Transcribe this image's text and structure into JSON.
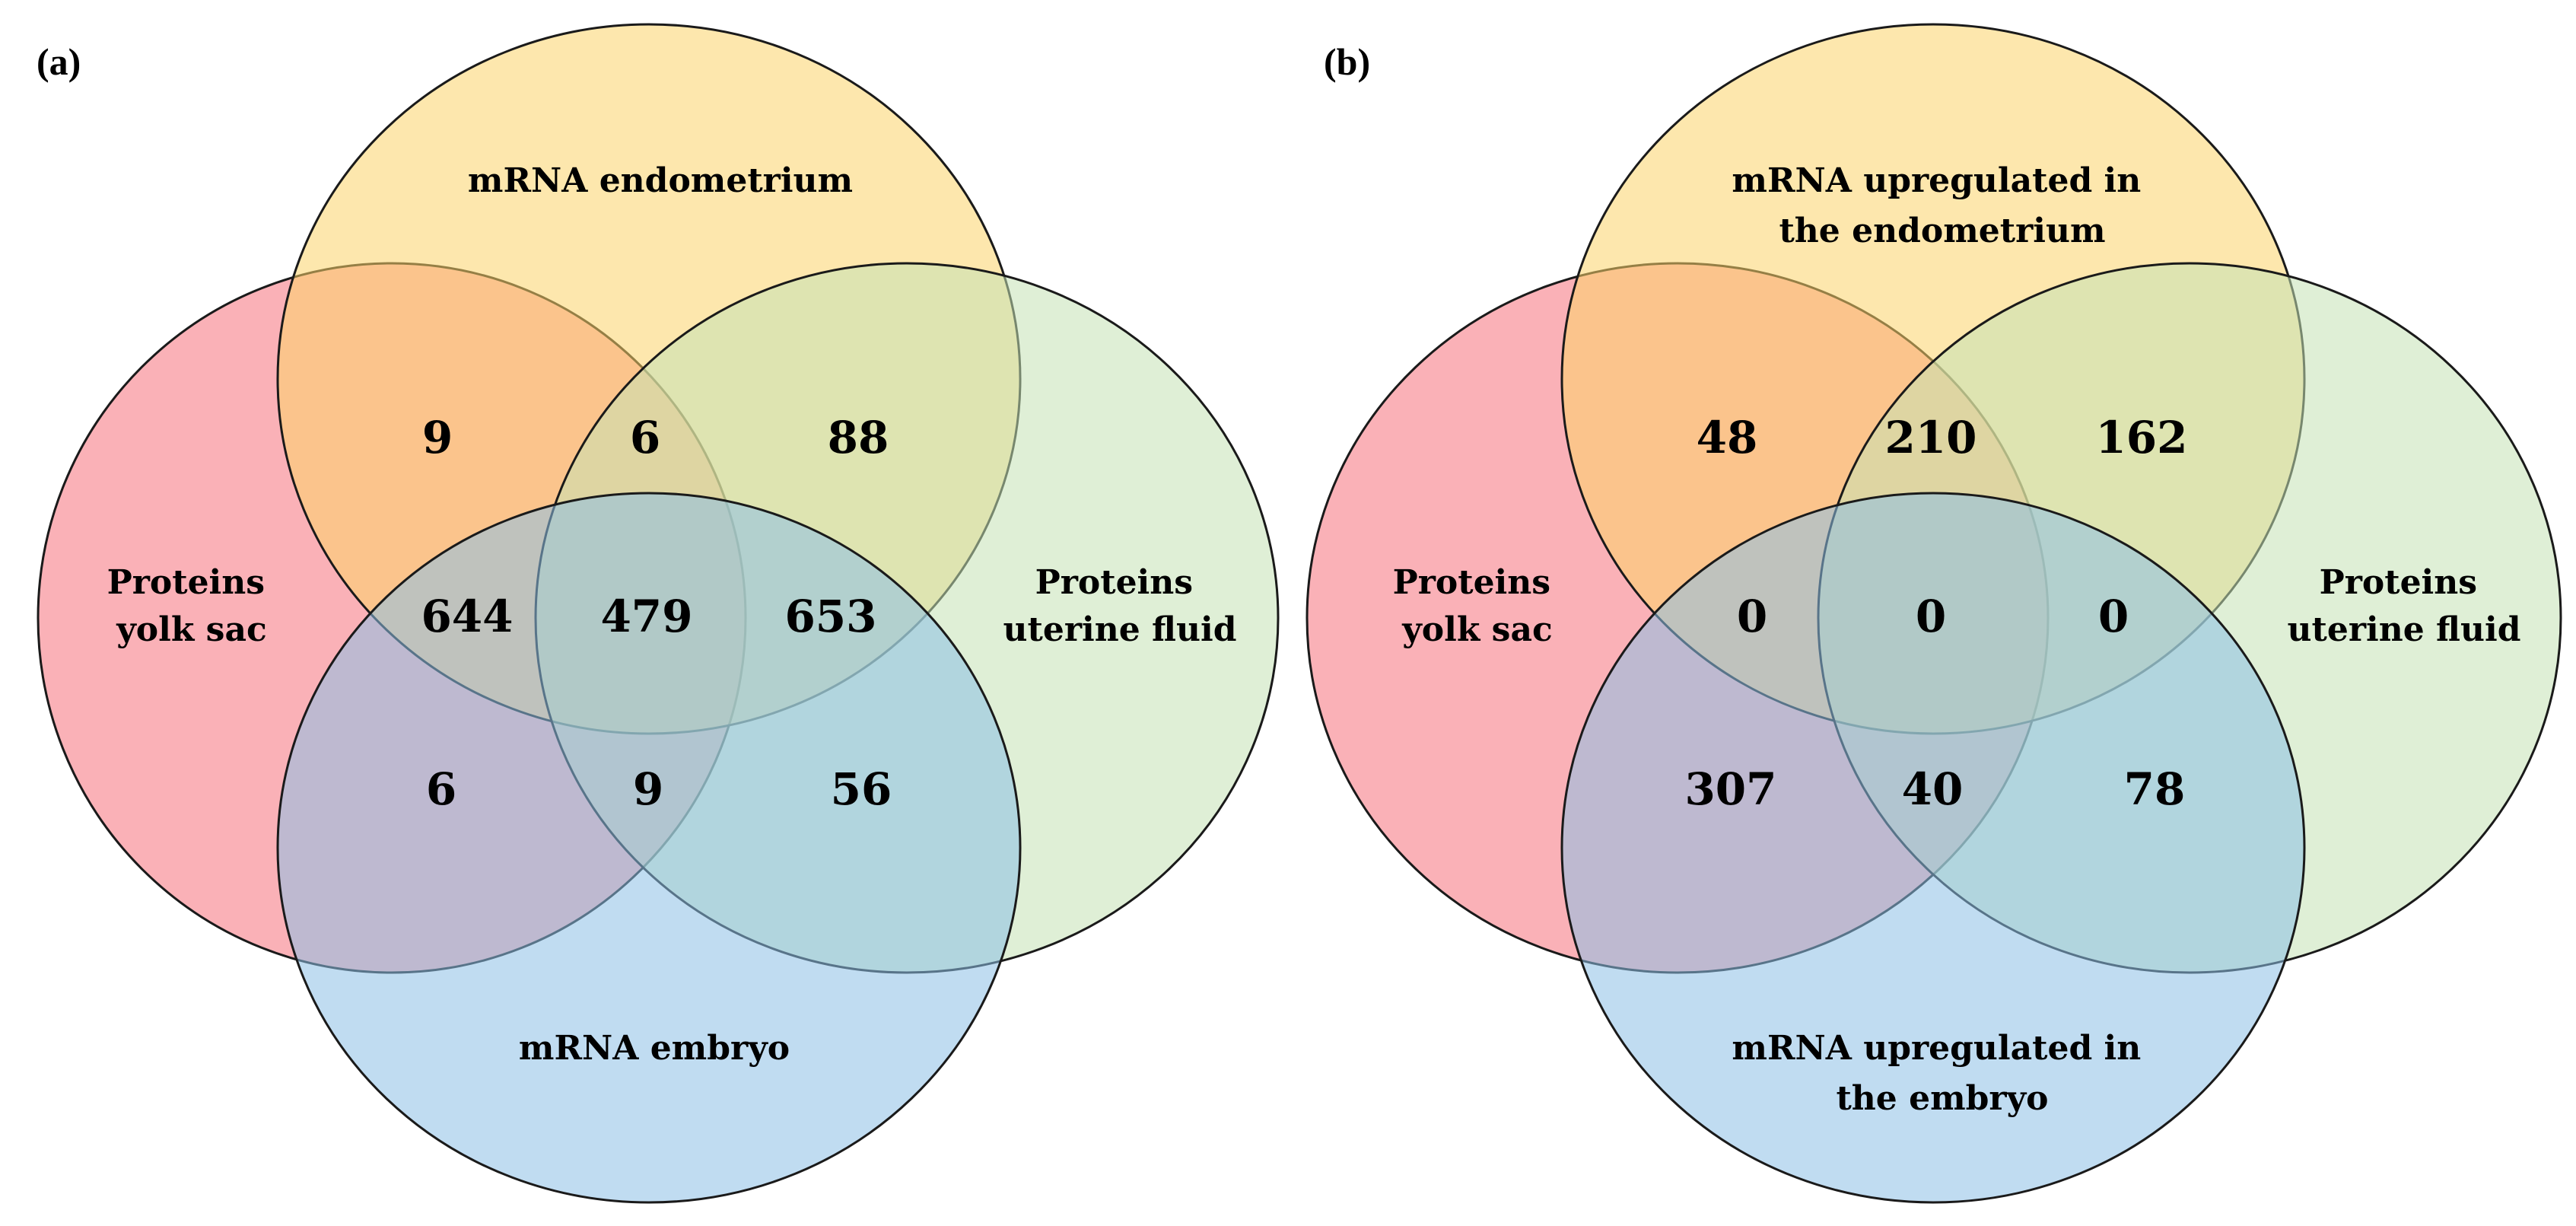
{
  "colors": {
    "yolk_sac": "#f6717c",
    "endometrium": "#fcd46a",
    "uterine_fluid": "#c5e1b4",
    "embryo": "#8dc0e5",
    "outline": "#1a1a1a"
  },
  "panels": [
    {
      "panel_label": "(a)",
      "sets": {
        "yolk_sac": [
          "Proteins",
          "yolk sac"
        ],
        "endometrium": [
          "mRNA endometrium"
        ],
        "uterine_fluid": [
          "Proteins",
          "uterine fluid"
        ],
        "embryo": [
          "mRNA embryo"
        ]
      },
      "counts": {
        "yolk_endo": "9",
        "yolk_endo_fluid": "6",
        "endo_fluid": "88",
        "yolk_endo_embryo": "644",
        "all_four": "479",
        "endo_fluid_embryo": "653",
        "yolk_embryo": "6",
        "yolk_fluid_embryo": "9",
        "fluid_embryo": "56"
      }
    },
    {
      "panel_label": "(b)",
      "sets": {
        "yolk_sac": [
          "Proteins",
          "yolk sac"
        ],
        "endometrium": [
          "mRNA upregulated in",
          "the endometrium"
        ],
        "uterine_fluid": [
          "Proteins",
          "uterine fluid"
        ],
        "embryo": [
          "mRNA upregulated in",
          "the embryo"
        ]
      },
      "counts": {
        "yolk_endo": "48",
        "yolk_endo_fluid": "210",
        "endo_fluid": "162",
        "yolk_endo_embryo": "0",
        "all_four": "0",
        "endo_fluid_embryo": "0",
        "yolk_embryo": "307",
        "yolk_fluid_embryo": "40",
        "fluid_embryo": "78"
      }
    }
  ]
}
